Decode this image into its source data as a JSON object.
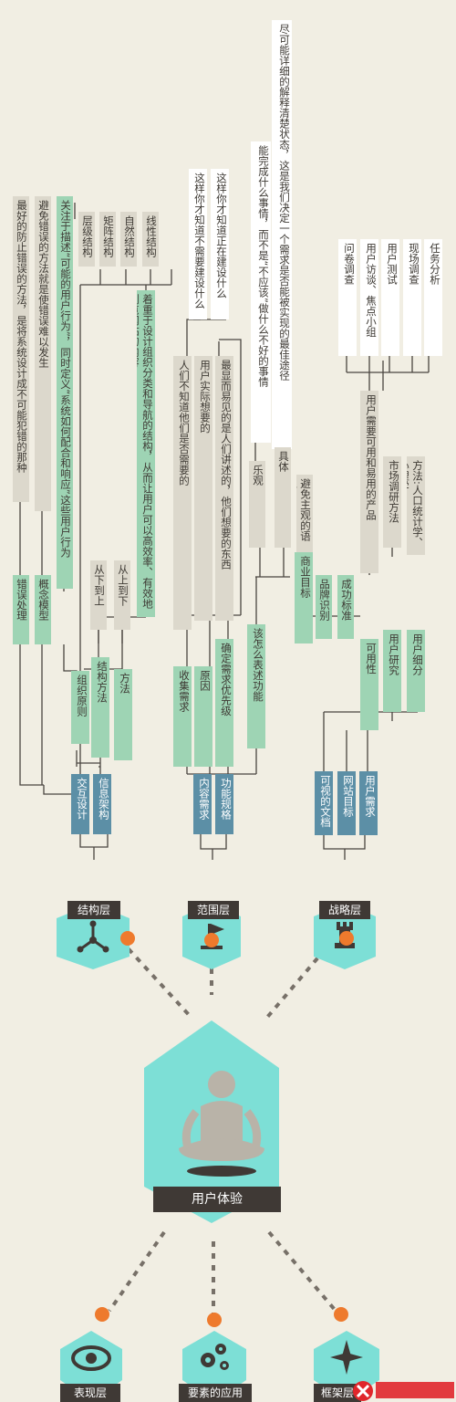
{
  "colors": {
    "teal": "#7ddfd6",
    "green": "#9ed4b4",
    "beige": "#dcd8cc",
    "blue": "#5c8fa6",
    "dark": "#3f3935",
    "orange": "#ee7a2d",
    "background": "#f1eee3"
  },
  "center": {
    "label": "用户体验"
  },
  "planes": {
    "structure": "结构层",
    "scope": "范围层",
    "strategy": "战略层"
  },
  "bottom_planes": {
    "surface": "表现层",
    "elements": "要素的应用",
    "skeleton": "框架层"
  },
  "structure": {
    "blue": {
      "interaction": "交互设计",
      "info_arch": "信息架构"
    },
    "sub": {
      "error_handling": "错误处理",
      "concept_model": "概念模型",
      "org_principle": "组织原则",
      "struct_method": "结构方法",
      "method": "方法"
    },
    "desc": {
      "prevent_error": "最好的防止错误的方法，是将系统设计成不可能犯错的那种",
      "avoid_error": "避免错误的方法就是使错误难以发生",
      "user_behavior": "关注于描述“可能的用户行为”，同时定义“系统如何配合和响应”这些用户行为",
      "hierarchy": "层级结构",
      "matrix": "矩阵结构",
      "natural": "自然结构",
      "linear": "线性结构",
      "focus": "着重于设计组织分类和导航的结构，从而让用户可以高效率、有效地浏览网站的内容",
      "bottom_up": "从下到上",
      "top_down": "从上到下"
    }
  },
  "scope": {
    "blue": {
      "content_req": "内容需求",
      "func_spec": "功能规格"
    },
    "sub": {
      "collect_req": "收集需求",
      "reason": "原因",
      "priority": "确定需求优先级",
      "express": "该怎么表述功能"
    },
    "desc": {
      "not_needed": "这样你才知道不需要建设什么",
      "building": "这样你才知道正在建设什么",
      "people_dont_know": "人们不知道他们是否需要的",
      "actual_want": "用户实际想要的",
      "obvious": "最显而易见的是人们讲述的，他们想要的东西",
      "optimistic": "乐观",
      "specific": "具体",
      "capabilities": "能完成什么事情，而不是“不应该”做什么不好的事情",
      "best_way": "尽可能详细的解释清楚状态，这是我们决定一个需求是否能被实现的最佳途径"
    }
  },
  "strategy": {
    "blue": {
      "visual_doc": "可视的文档",
      "site_goal": "网站目标",
      "user_need": "用户需求"
    },
    "sub": {
      "usability": "可用性",
      "user_research": "用户研究",
      "segmentation": "用户细分",
      "business_goal": "商业目标",
      "brand": "品牌识别",
      "success": "成功标准"
    },
    "desc": {
      "subjective": "避免主观的语气",
      "usable_product": "用户需要可用和易用的产品",
      "market": "市场调研方法",
      "demographics": "方法:人口统计学、心理学",
      "survey": "问卷调查",
      "interview": "用户访谈、焦点小组",
      "testing": "用户测试",
      "field": "现场调查",
      "task": "任务分析"
    }
  }
}
